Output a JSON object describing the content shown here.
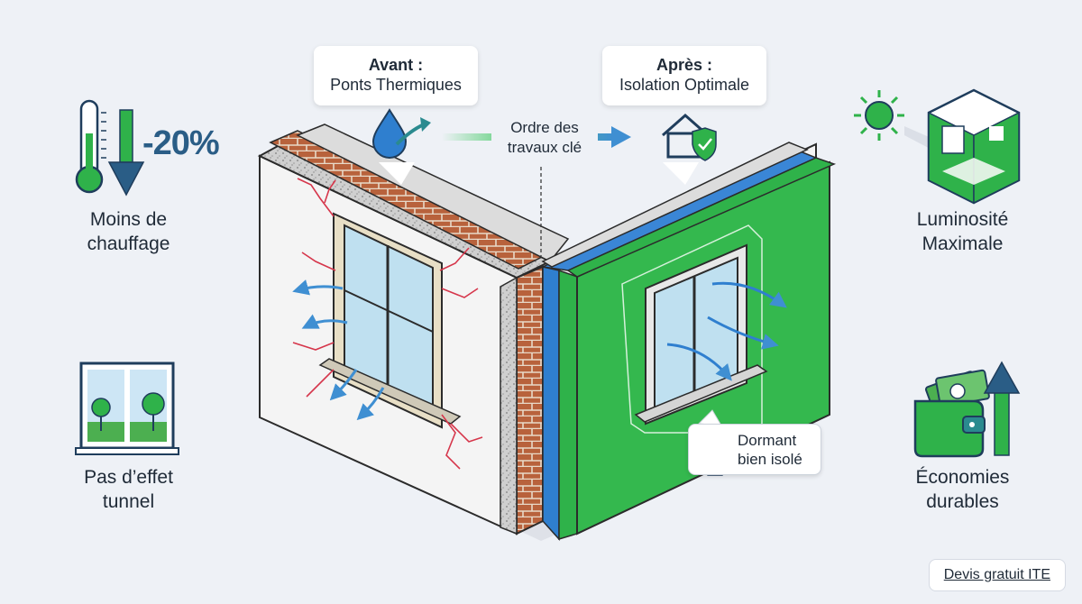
{
  "callouts": {
    "before": {
      "title": "Avant :",
      "subtitle": "Ponts Thermiques"
    },
    "after": {
      "title": "Après :",
      "subtitle": "Isolation Optimale"
    }
  },
  "order": {
    "line1": "Ordre des",
    "line2": "travaux clé"
  },
  "benefits": {
    "heating": {
      "percent": "-20%",
      "line1": "Moins de",
      "line2": "chauffage"
    },
    "tunnel": {
      "line1": "Pas d’effet",
      "line2": "tunnel"
    },
    "light": {
      "line1": "Luminosité",
      "line2": "Maximale"
    },
    "savings": {
      "line1": "Économies",
      "line2": "durables"
    }
  },
  "dormant": {
    "line1": "Dormant",
    "line2": "bien isolé"
  },
  "cta": {
    "label": "Devis gratuit ITE"
  },
  "colors": {
    "background": "#eef1f6",
    "insulation_green": "#2fb24a",
    "insulation_blue": "#2f7fcf",
    "brick": "#b5603a",
    "crack_red": "#d6364b",
    "airflow_blue": "#3f8fd2",
    "accent_teal": "#2a8a8f"
  },
  "icons": [
    "thermometer-icon",
    "down-arrow-icon",
    "water-drop-icon",
    "house-shield-icon",
    "sun-icon",
    "room-icon",
    "window-landscape-icon",
    "wallet-icon",
    "up-arrow-icon",
    "hand-pointer-icon"
  ]
}
